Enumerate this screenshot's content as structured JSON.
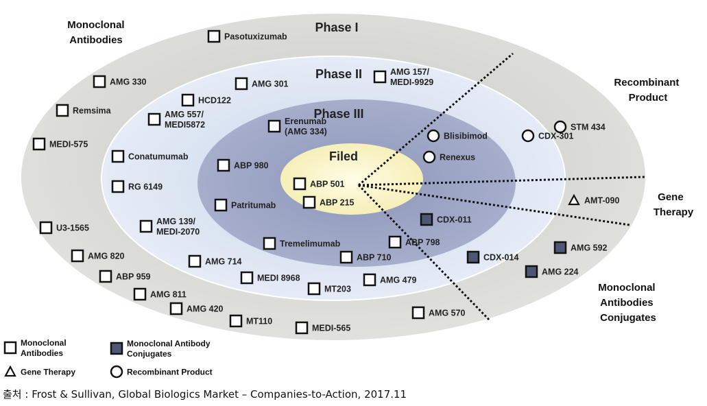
{
  "phases": {
    "phase1": "Phase I",
    "phase2": "Phase II",
    "phase3": "Phase III",
    "filed": "Filed"
  },
  "sectors": {
    "mab": [
      "Monoclonal",
      "Antibodies"
    ],
    "recombinant": [
      "Recombinant",
      "Product"
    ],
    "gene": [
      "Gene",
      "Therapy"
    ],
    "mabc": [
      "Monoclonal",
      "Antibodies",
      "Conjugates"
    ]
  },
  "products": [
    {
      "lines": [
        "Pasotuxizumab"
      ],
      "marker": "square-open"
    },
    {
      "lines": [
        "AMG 330"
      ],
      "marker": "square-open"
    },
    {
      "lines": [
        "Remsima"
      ],
      "marker": "square-open"
    },
    {
      "lines": [
        "MEDI-575"
      ],
      "marker": "square-open"
    },
    {
      "lines": [
        "U3-1565"
      ],
      "marker": "square-open"
    },
    {
      "lines": [
        "AMG 820"
      ],
      "marker": "square-open"
    },
    {
      "lines": [
        "ABP 959"
      ],
      "marker": "square-open"
    },
    {
      "lines": [
        "AMG 811"
      ],
      "marker": "square-open"
    },
    {
      "lines": [
        "AMG 420"
      ],
      "marker": "square-open"
    },
    {
      "lines": [
        "MT110"
      ],
      "marker": "square-open"
    },
    {
      "lines": [
        "MEDI-565"
      ],
      "marker": "square-open"
    },
    {
      "lines": [
        "AMG 570"
      ],
      "marker": "square-open"
    },
    {
      "lines": [
        "AMG 301"
      ],
      "marker": "square-open"
    },
    {
      "lines": [
        "HCD122"
      ],
      "marker": "square-open"
    },
    {
      "lines": [
        "AMG 557/",
        "MEDI5872"
      ],
      "marker": "square-open"
    },
    {
      "lines": [
        "Conatumumab"
      ],
      "marker": "square-open"
    },
    {
      "lines": [
        "RG 6149"
      ],
      "marker": "square-open"
    },
    {
      "lines": [
        "AMG 139/",
        "MEDI-2070"
      ],
      "marker": "square-open"
    },
    {
      "lines": [
        "AMG 714"
      ],
      "marker": "square-open"
    },
    {
      "lines": [
        "MEDI 8968"
      ],
      "marker": "square-open"
    },
    {
      "lines": [
        "MT203"
      ],
      "marker": "square-open"
    },
    {
      "lines": [
        "AMG 479"
      ],
      "marker": "square-open"
    },
    {
      "lines": [
        "AMG 157/",
        "MEDI-9929"
      ],
      "marker": "square-open"
    },
    {
      "lines": [
        "Erenumab",
        "(AMG 334)"
      ],
      "marker": "square-open"
    },
    {
      "lines": [
        "ABP 980"
      ],
      "marker": "square-open"
    },
    {
      "lines": [
        "Patritumab"
      ],
      "marker": "square-open"
    },
    {
      "lines": [
        "Tremelimumab"
      ],
      "marker": "square-open"
    },
    {
      "lines": [
        "ABP 710"
      ],
      "marker": "square-open"
    },
    {
      "lines": [
        "ABP 798"
      ],
      "marker": "square-open"
    },
    {
      "lines": [
        "ABP 501"
      ],
      "marker": "square-open"
    },
    {
      "lines": [
        "ABP 215"
      ],
      "marker": "square-open"
    },
    {
      "lines": [
        "Blisibimod"
      ],
      "marker": "circle"
    },
    {
      "lines": [
        "Renexus"
      ],
      "marker": "circle"
    },
    {
      "lines": [
        "CDX-301"
      ],
      "marker": "circle"
    },
    {
      "lines": [
        "STM 434"
      ],
      "marker": "circle"
    },
    {
      "lines": [
        "AMT-090"
      ],
      "marker": "triangle"
    },
    {
      "lines": [
        "CDX-011"
      ],
      "marker": "square-filled"
    },
    {
      "lines": [
        "CDX-014"
      ],
      "marker": "square-filled"
    },
    {
      "lines": [
        "AMG 592"
      ],
      "marker": "square-filled"
    },
    {
      "lines": [
        "AMG 224"
      ],
      "marker": "square-filled"
    }
  ],
  "legend": [
    {
      "lines": [
        "Monoclonal",
        "Antibodies"
      ],
      "marker": "square-open"
    },
    {
      "lines": [
        "Monoclonal Antibody",
        "Conjugates"
      ],
      "marker": "square-filled"
    },
    {
      "lines": [
        "Gene Therapy"
      ],
      "marker": "triangle"
    },
    {
      "lines": [
        "Recombinant Product"
      ],
      "marker": "circle"
    }
  ],
  "colors": {
    "outer_ring": "#d2d2cf",
    "phase2_ring": "#d9e4f2",
    "phase3_ring": "#9fa7c7",
    "filed_core": "#fbf8d0",
    "filled_marker": "#4d5673"
  },
  "source": "출처 : Frost & Sullivan, Global Biologics Market – Companies-to-Action, 2017.11"
}
